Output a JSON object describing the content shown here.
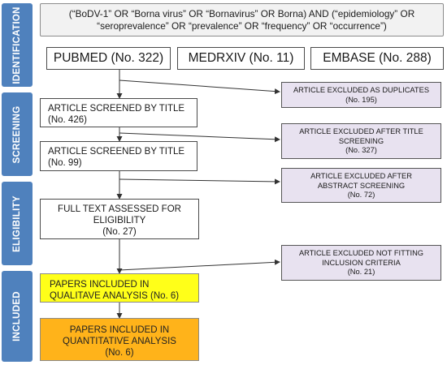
{
  "stages": {
    "identification": "IDENTIFICATION",
    "screening": "SCREENING",
    "eligibility": "ELIGIBILITY",
    "included": "INCLUDED"
  },
  "query": {
    "line1": "(“BoDV-1” OR “Borna virus” OR “Bornavirus” OR Borna) AND (“epidemiology” OR",
    "line2": "“seroprevalence” OR “prevalence” OR “frequency” OR “occurrence”)"
  },
  "databases": {
    "pubmed": "PUBMED (No. 322)",
    "medrxiv": "MEDRXIV (No. 11)",
    "embase": "EMBASE (No. 288)"
  },
  "flow": {
    "title_screen": {
      "line1": "ARTICLE SCREENED BY TITLE",
      "line2": "(No. 426)"
    },
    "abstract_screen": {
      "line1": "ARTICLE SCREENED BY TITLE",
      "line2": "(No. 99)"
    },
    "full_text": {
      "line1": "FULL TEXT ASSESSED FOR",
      "line2": "ELIGIBILITY",
      "line3": "(No. 27)"
    },
    "qualitative": {
      "line1": "PAPERS INCLUDED IN",
      "line2": "QUALITAVE ANALYSIS (No. 6)"
    },
    "quantitative": {
      "line1": "PAPERS INCLUDED IN",
      "line2": "QUANTITATIVE ANALYSIS",
      "line3": "(No. 6)"
    }
  },
  "exclusions": {
    "duplicates": {
      "line1": "ARTICLE EXCLUDED AS DUPLICATES",
      "line2": "(No. 195)"
    },
    "title": {
      "line1": "ARTICLE EXCLUDED AFTER TITLE",
      "line2": "SCREENING",
      "line3": "(No. 327)"
    },
    "abstract": {
      "line1": "ARTICLE EXCLUDED AFTER",
      "line2": "ABSTRACT SCREENING",
      "line3": "(No. 72)"
    },
    "criteria": {
      "line1": "ARTICLE EXCLUDED NOT FITTING",
      "line2": "INCLUSION CRITERIA",
      "line3": "(No. 21)"
    }
  },
  "colors": {
    "stage_blue": "#4f81bd",
    "exclusion_lavender": "#e8e2f0",
    "qualitative_yellow": "#ffff19",
    "quantitative_orange": "#ffb31a"
  }
}
